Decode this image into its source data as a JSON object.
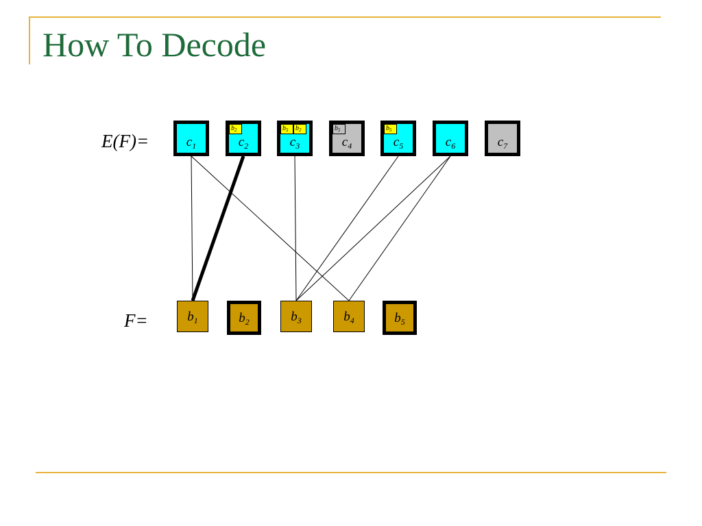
{
  "slide": {
    "title": "How To Decode"
  },
  "diagram": {
    "top_row_label": "E(F)=",
    "bottom_row_label": "F=",
    "encoded_nodes": [
      {
        "base": "c",
        "index": "1",
        "fill": "cyan",
        "chips": []
      },
      {
        "base": "c",
        "index": "2",
        "fill": "cyan",
        "chips": [
          {
            "base": "b",
            "index": "2",
            "fill": "yellow"
          }
        ]
      },
      {
        "base": "c",
        "index": "3",
        "fill": "cyan",
        "chips": [
          {
            "base": "b",
            "index": "5",
            "fill": "yellow"
          },
          {
            "base": "b",
            "index": "2",
            "fill": "yellow"
          }
        ]
      },
      {
        "base": "c",
        "index": "4",
        "fill": "gray",
        "chips": [
          {
            "base": "b",
            "index": "5",
            "fill": "gray"
          }
        ]
      },
      {
        "base": "c",
        "index": "5",
        "fill": "cyan",
        "chips": [
          {
            "base": "b",
            "index": "5",
            "fill": "yellow"
          }
        ]
      },
      {
        "base": "c",
        "index": "6",
        "fill": "cyan",
        "chips": []
      },
      {
        "base": "c",
        "index": "7",
        "fill": "gray",
        "chips": []
      }
    ],
    "source_nodes": [
      {
        "base": "b",
        "index": "1",
        "decoded": false
      },
      {
        "base": "b",
        "index": "2",
        "decoded": true
      },
      {
        "base": "b",
        "index": "3",
        "decoded": false
      },
      {
        "base": "b",
        "index": "4",
        "decoded": false
      },
      {
        "base": "b",
        "index": "5",
        "decoded": true
      }
    ],
    "edges": [
      {
        "from": "c1",
        "to": "b1",
        "emphasized": false
      },
      {
        "from": "c1",
        "to": "b4",
        "emphasized": false
      },
      {
        "from": "c2",
        "to": "b1",
        "emphasized": true
      },
      {
        "from": "c3",
        "to": "b3",
        "emphasized": false
      },
      {
        "from": "c5",
        "to": "b3",
        "emphasized": false
      },
      {
        "from": "c6",
        "to": "b3",
        "emphasized": false
      },
      {
        "from": "c6",
        "to": "b4",
        "emphasized": false
      }
    ],
    "colors": {
      "encoded_active": "#00ffff",
      "encoded_inactive": "#c0c0c0",
      "source_node": "#cc9900",
      "chip_active": "#ffff00",
      "chip_inactive": "#c0c0c0",
      "title": "#1e6b3a",
      "accent_rule": "#e8b23a"
    }
  }
}
